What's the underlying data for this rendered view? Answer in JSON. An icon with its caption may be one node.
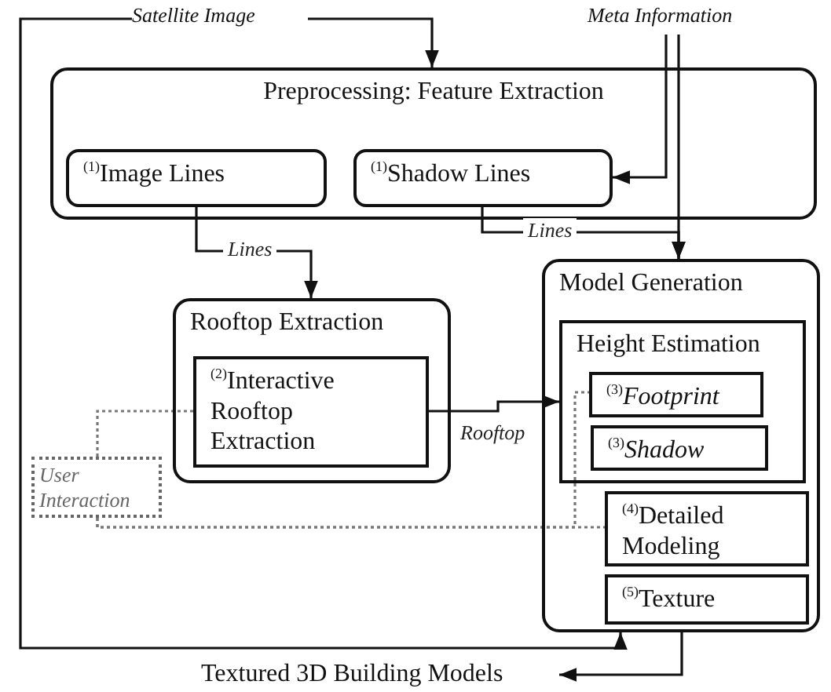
{
  "diagram": {
    "nodes": [
      {
        "text": [
          "Satellite Image"
        ]
      },
      {
        "text": [
          "Meta Information"
        ]
      },
      {
        "text": [
          "Preprocessing: Feature Extraction"
        ]
      },
      {
        "text": [
          "$^{(1)}$Image Lines"
        ],
        "in": 2
      },
      {
        "text": [
          "$^{(1)}$Shadow Lines"
        ],
        "in": 2
      },
      {
        "text": [
          "Rooftop Extraction"
        ]
      },
      {
        "text": [
          "$^{(2)}$Interactive Rooftop Extraction"
        ],
        "in": 5
      },
      {
        "text": [
          "User Interaction"
        ]
      },
      {
        "text": [
          "Model Generation"
        ]
      },
      {
        "text": [
          "Height Estimation"
        ],
        "in": 8
      },
      {
        "text": [
          "$^{(3)}$*Footprint*"
        ],
        "in": 9
      },
      {
        "text": [
          "$^{(3)}$*Shadow*"
        ],
        "in": 9
      },
      {
        "text": [
          "$^{(4)}$Detailed Modeling"
        ],
        "in": 8
      },
      {
        "text": [
          "$^{(5)}$Texture"
        ],
        "in": 8
      },
      {
        "text": [
          "Textured 3D Building Models"
        ]
      }
    ],
    "edges": [
      {
        "from": 0,
        "to": 2,
        "arrow": "to"
      },
      {
        "from": 0,
        "to": 8,
        "arrow": "to"
      },
      {
        "from": 1,
        "to": 4,
        "arrow": "to"
      },
      {
        "from": 1,
        "to": 8,
        "arrow": "to"
      },
      {
        "from": 3,
        "to": 5,
        "arrow": "to",
        "label": "Lines"
      },
      {
        "from": 4,
        "to": 8,
        "arrow": "to",
        "label": "Lines"
      },
      {
        "from": 6,
        "to": 9,
        "arrow": "to",
        "label": "Rooftop"
      },
      {
        "from": 7,
        "to": 6,
        "arrow": "none",
        "style": "dashed",
        "color": "#777777"
      },
      {
        "from": 7,
        "to": 12,
        "arrow": "none",
        "style": "dashed",
        "color": "#777777"
      },
      {
        "from": 7,
        "to": 10,
        "arrow": "none",
        "style": "dashed",
        "color": "#777777"
      },
      {
        "from": 8,
        "to": 14,
        "arrow": "to"
      }
    ]
  }
}
